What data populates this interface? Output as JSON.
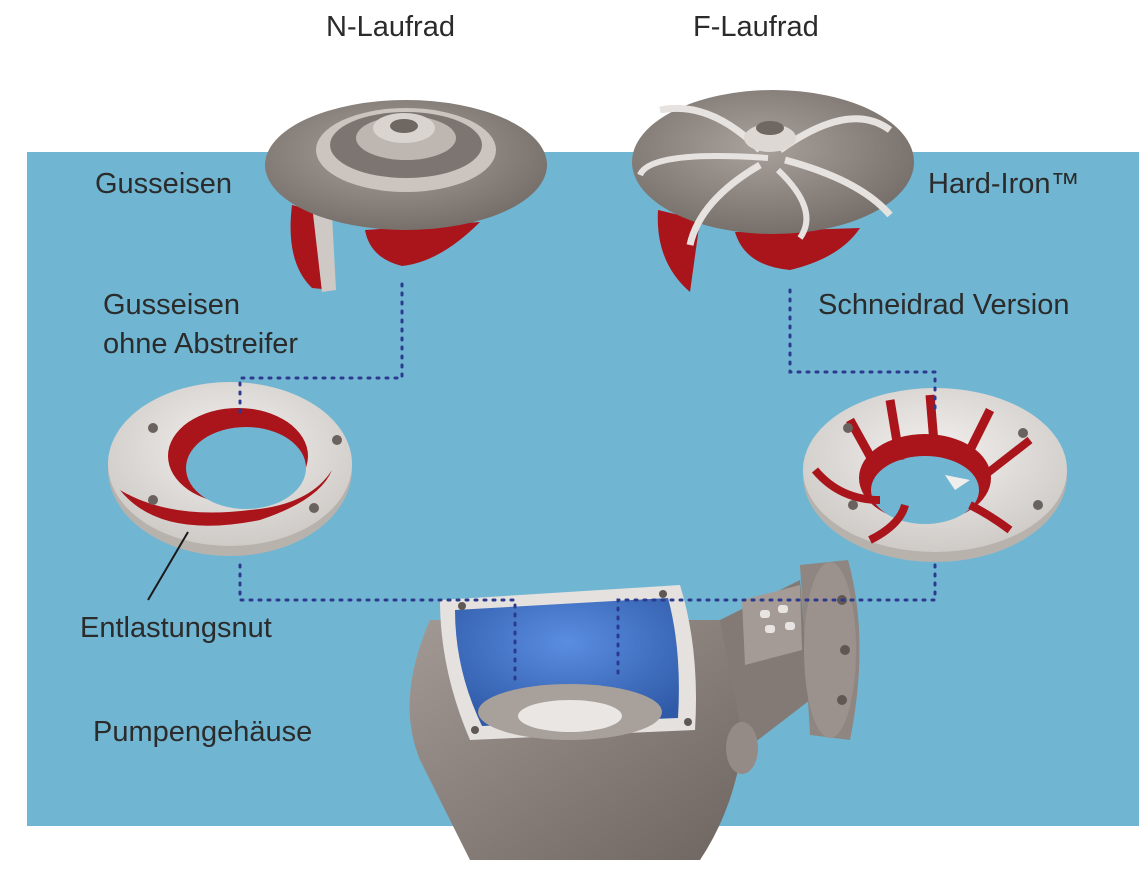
{
  "colors": {
    "background_panel": "#70b6d2",
    "metal": "#8a817c",
    "metal_light": "#ddd9d6",
    "red_coating": "#a9151b",
    "blue_coating": "#3d6fc4",
    "dotted_line": "#2b3a8c"
  },
  "labels": {
    "n_impeller": "N-Laufrad",
    "f_impeller": "F-Laufrad",
    "cast_iron_top": "Gusseisen",
    "hard_iron": "Hard-Iron™",
    "cast_iron_no_scraper_line1": "Gusseisen",
    "cast_iron_no_scraper_line2": "ohne Abstreifer",
    "cutter_version": "Schneidrad Version",
    "relief_groove": "Entlastungsnut",
    "pump_housing": "Pumpengehäuse"
  }
}
